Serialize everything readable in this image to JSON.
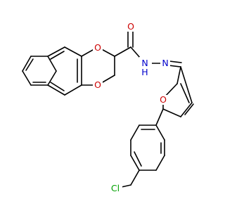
{
  "molecule": {
    "atoms": {
      "o_ring_top": {
        "text": "O",
        "color": "#cc0000"
      },
      "o_ring_bottom": {
        "text": "O",
        "color": "#cc0000"
      },
      "o_carbonyl": {
        "text": "O",
        "color": "#cc0000"
      },
      "n_amide_n": {
        "text": "N",
        "color": "#0000cc"
      },
      "n_amide_h": {
        "text": "H",
        "color": "#0000cc"
      },
      "n_imine": {
        "text": "N",
        "color": "#0000cc"
      },
      "o_furan": {
        "text": "O",
        "color": "#cc0000"
      },
      "cl": {
        "text": "Cl",
        "color": "#00a000"
      }
    }
  }
}
